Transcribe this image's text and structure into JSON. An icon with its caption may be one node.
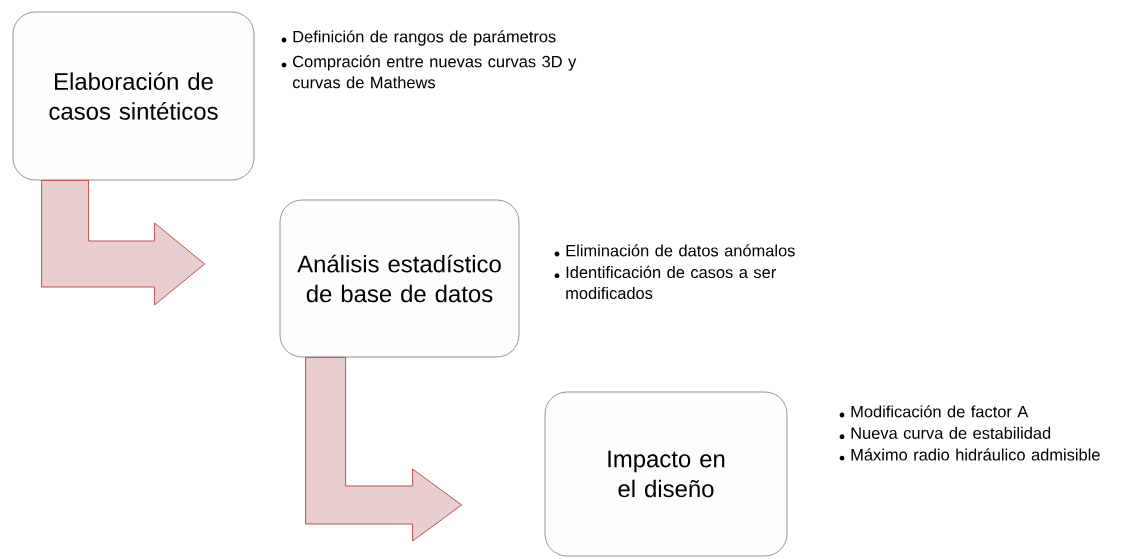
{
  "diagram": {
    "nodes": [
      {
        "text": [
          "Elaboración de casos sintéticos"
        ],
        "beside": [
          "Definición de rangos de parámetros",
          "Compración entre nuevas curvas 3D y curvas de Mathews"
        ]
      },
      {
        "text": [
          "Análisis estadístico de base de datos"
        ],
        "beside": [
          "Eliminación de datos anómalos",
          "Identificación de casos a ser modificados"
        ]
      },
      {
        "text": [
          "Impacto en el diseño"
        ],
        "beside": [
          "Modificación de factor A",
          "Nueva curva de estabilidad",
          "Máximo radio hidráulico admisible"
        ]
      }
    ],
    "edges": [
      {
        "from": 0,
        "to": 1,
        "arrow": "to"
      },
      {
        "from": 1,
        "to": 2,
        "arrow": "to"
      }
    ]
  }
}
